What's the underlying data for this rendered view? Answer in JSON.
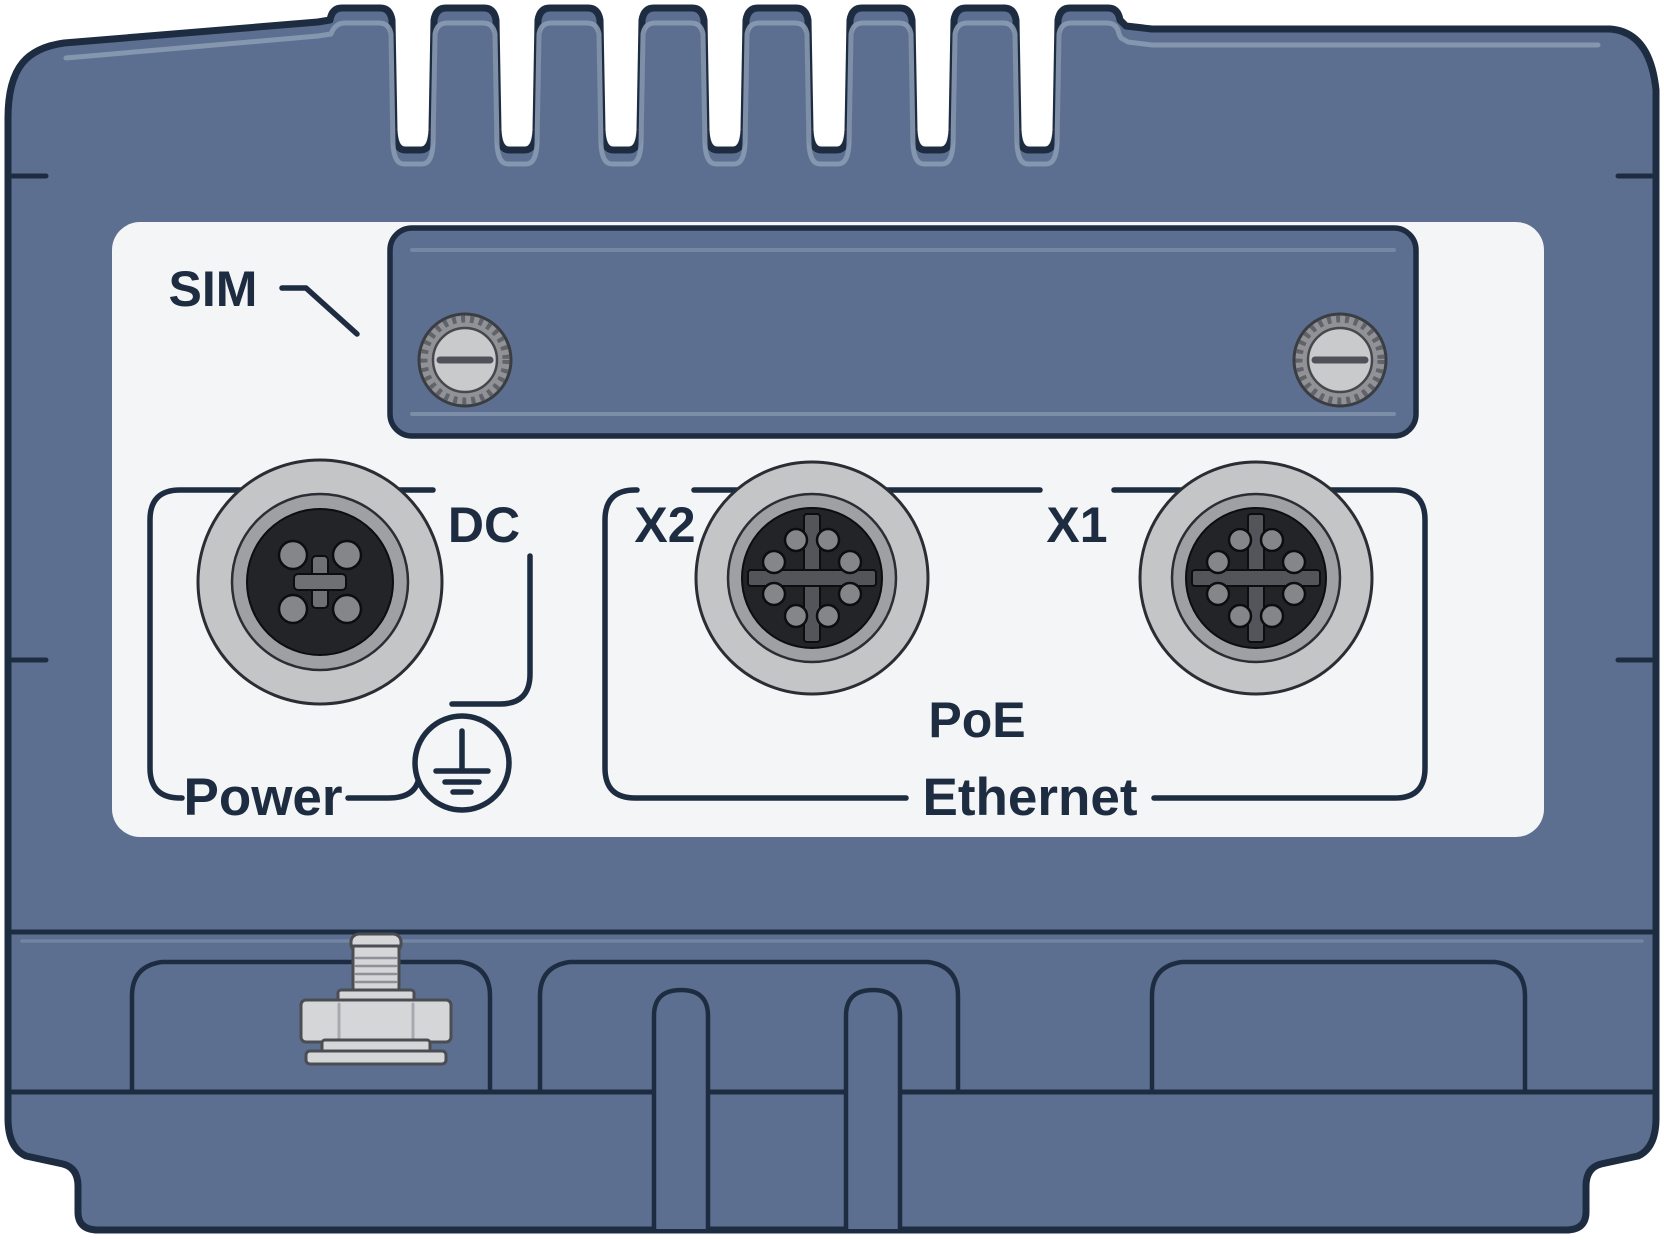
{
  "figure": {
    "labels": {
      "sim": "SIM",
      "dc": "DC",
      "power": "Power",
      "x2": "X2",
      "x1": "X1",
      "poe": "PoE",
      "ethernet": "Ethernet"
    },
    "icons": {
      "protective_earth": "⏚"
    },
    "colors": {
      "body": "#5c6f90",
      "outline": "#1d2c40",
      "panel": "#f4f5f6",
      "highlight": "#8a9ab2",
      "connector_outer": "#c4c5c7",
      "connector_ring": "#9fa0a3",
      "connector_face": "#232427",
      "pin": "#85868a",
      "metal": "#d5d6d8",
      "metal_stroke": "#4a4d52"
    }
  }
}
